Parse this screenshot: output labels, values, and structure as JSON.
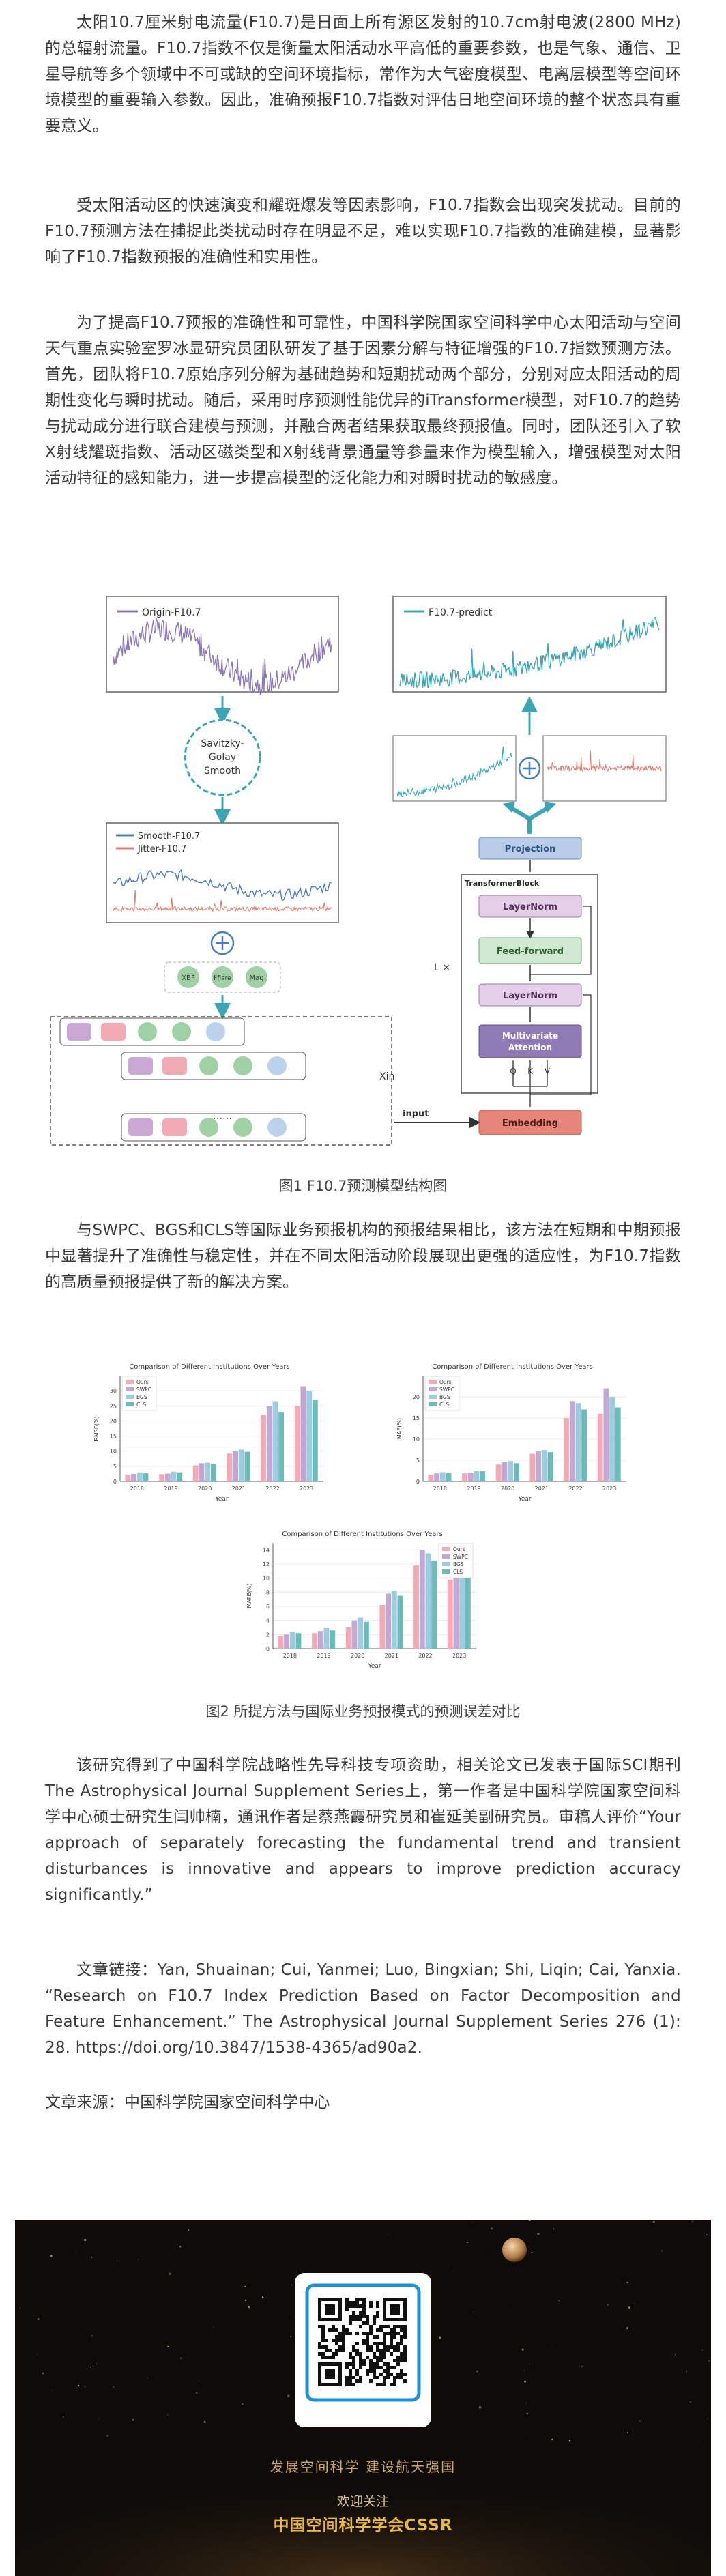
{
  "article": {
    "p1": "太阳10.7厘米射电流量(F10.7)是日面上所有源区发射的10.7cm射电波(2800 MHz)的总辐射流量。F10.7指数不仅是衡量太阳活动水平高低的重要参数，也是气象、通信、卫星导航等多个领域中不可或缺的空间环境指标，常作为大气密度模型、电离层模型等空间环境模型的重要输入参数。因此，准确预报F10.7指数对评估日地空间环境的整个状态具有重要意义。",
    "p2": "受太阳活动区的快速演变和耀斑爆发等因素影响，F10.7指数会出现突发扰动。目前的F10.7预测方法在捕捉此类扰动时存在明显不足，难以实现F10.7指数的准确建模，显著影响了F10.7指数预报的准确性和实用性。",
    "p3": "为了提高F10.7预报的准确性和可靠性，中国科学院国家空间科学中心太阳活动与空间天气重点实验室罗冰显研究员团队研发了基于因素分解与特征增强的F10.7指数预测方法。首先，团队将F10.7原始序列分解为基础趋势和短期扰动两个部分，分别对应太阳活动的周期性变化与瞬时扰动。随后，采用时序预测性能优异的iTransformer模型，对F10.7的趋势与扰动成分进行联合建模与预测，并融合两者结果获取最终预报值。同时，团队还引入了软X射线耀斑指数、活动区磁类型和X射线背景通量等参量来作为模型输入，增强模型对太阳活动特征的感知能力，进一步提高模型的泛化能力和对瞬时扰动的敏感度。",
    "p4": "与SWPC、BGS和CLS等国际业务预报机构的预报结果相比，该方法在短期和中期预报中显著提升了准确性与稳定性，并在不同太阳活动阶段展现出更强的适应性，为F10.7指数的高质量预报提供了新的解决方案。",
    "p5": "该研究得到了中国科学院战略性先导科技专项资助，相关论文已发表于国际SCI期刊The Astrophysical Journal Supplement Series上，第一作者是中国科学院国家空间科学中心硕士研究生闫帅楠，通讯作者是蔡燕霞研究员和崔延美副研究员。审稿人评价“Your approach of separately forecasting the fundamental trend and transient disturbances is innovative and appears to improve prediction accuracy significantly.”",
    "p6": "文章链接：Yan, Shuainan; Cui, Yanmei; Luo, Bingxian; Shi, Liqin; Cai, Yanxia. “Research on F10.7 Index Prediction Based on Factor Decomposition and Feature Enhancement.” The Astrophysical Journal Supplement Series 276 (1): 28. https://doi.org/10.3847/1538-4365/ad90a2.",
    "p7": "文章来源：中国科学院国家空间科学中心"
  },
  "figure1": {
    "caption": "图1 F10.7预测模型结构图",
    "origin_label": "Origin-F10.7",
    "predict_label": "F10.7-predict",
    "smooth_box_label": [
      "Savitzky-",
      "Golay",
      "Smooth"
    ],
    "smooth_label": "Smooth-F10.7",
    "jitter_label": "Jitter-F10.7",
    "feature_xb": "XBF",
    "feature_fi": "Fflare",
    "feature_mag": "Mag",
    "dots": "……",
    "xin_label": "Xin",
    "l_label": "L ×",
    "input_label": "input",
    "transformer_label": "TransformerBlock",
    "blocks": {
      "projection": "Projection",
      "layernorm": "LayerNorm",
      "feedforward": "Feed-forward",
      "attention_l1": "Multivariate",
      "attention_l2": "Attention",
      "embedding": "Embedding",
      "q": "Q",
      "k": "K",
      "v": "V"
    },
    "colors": {
      "teal": "#39a5b5",
      "purple": "#8b78b6",
      "red": "#e07a6a",
      "blue": "#4a7dc2"
    }
  },
  "figure2": {
    "caption": "图2 所提方法与国际业务预报模式的预测误差对比"
  },
  "chart_data": [
    {
      "type": "bar",
      "title": "Comparison of Different Institutions Over Years",
      "xlabel": "Year",
      "ylabel": "RMSE(%)",
      "categories": [
        "2018",
        "2019",
        "2020",
        "2021",
        "2022",
        "2023"
      ],
      "ylim": [
        0,
        35
      ],
      "yticks": [
        0,
        5,
        10,
        15,
        20,
        25,
        30
      ],
      "legend": "top-left",
      "series": [
        {
          "name": "Ours",
          "values": [
            2.2,
            2.4,
            5.3,
            9.2,
            22.0,
            25.0
          ]
        },
        {
          "name": "SWPC",
          "values": [
            2.5,
            2.6,
            6.0,
            10.0,
            25.0,
            31.5
          ]
        },
        {
          "name": "BGS",
          "values": [
            3.0,
            3.2,
            6.2,
            10.5,
            26.5,
            30.0
          ]
        },
        {
          "name": "CLS",
          "values": [
            2.7,
            3.0,
            5.8,
            9.8,
            23.0,
            27.0
          ]
        }
      ],
      "colors": [
        "#f2aab5",
        "#c3a8d4",
        "#9ecbe0",
        "#6bbcb8"
      ]
    },
    {
      "type": "bar",
      "title": "Comparison of Different Institutions Over Years",
      "xlabel": "Year",
      "ylabel": "MAE(%)",
      "categories": [
        "2018",
        "2019",
        "2020",
        "2021",
        "2022",
        "2023"
      ],
      "ylim": [
        0,
        25
      ],
      "yticks": [
        0,
        5,
        10,
        15,
        20
      ],
      "legend": "top-left",
      "series": [
        {
          "name": "Ours",
          "values": [
            1.6,
            1.9,
            4.0,
            6.5,
            15.0,
            16.0
          ]
        },
        {
          "name": "SWPC",
          "values": [
            1.9,
            2.1,
            4.6,
            7.1,
            19.0,
            22.0
          ]
        },
        {
          "name": "BGS",
          "values": [
            2.2,
            2.5,
            4.8,
            7.4,
            18.5,
            20.0
          ]
        },
        {
          "name": "CLS",
          "values": [
            2.0,
            2.4,
            4.3,
            6.9,
            17.0,
            17.5
          ]
        }
      ],
      "colors": [
        "#f2aab5",
        "#c3a8d4",
        "#9ecbe0",
        "#6bbcb8"
      ]
    },
    {
      "type": "bar",
      "title": "Comparison of Different Institutions Over Years",
      "xlabel": "Year",
      "ylabel": "MAPE(%)",
      "categories": [
        "2018",
        "2019",
        "2020",
        "2021",
        "2022",
        "2023"
      ],
      "ylim": [
        0,
        15
      ],
      "yticks": [
        0,
        2,
        4,
        6,
        8,
        10,
        12,
        14
      ],
      "legend": "top-right",
      "series": [
        {
          "name": "Ours",
          "values": [
            1.8,
            2.2,
            3.0,
            6.2,
            11.8,
            9.8
          ]
        },
        {
          "name": "SWPC",
          "values": [
            2.0,
            2.5,
            4.0,
            7.8,
            14.0,
            13.0
          ]
        },
        {
          "name": "BGS",
          "values": [
            2.4,
            2.9,
            4.4,
            8.2,
            13.5,
            12.2
          ]
        },
        {
          "name": "CLS",
          "values": [
            2.2,
            2.6,
            3.8,
            7.5,
            12.5,
            11.0
          ]
        }
      ],
      "colors": [
        "#f2aab5",
        "#c3a8d4",
        "#9ecbe0",
        "#6bbcb8"
      ]
    }
  ],
  "banner": {
    "slogan": "发展空间科学  建设航天强国",
    "welcome": "欢迎关注",
    "org": "中国空间科学学会CSSR",
    "colors": {
      "gold": "#c9a867",
      "bright": "#e8b74a"
    }
  }
}
